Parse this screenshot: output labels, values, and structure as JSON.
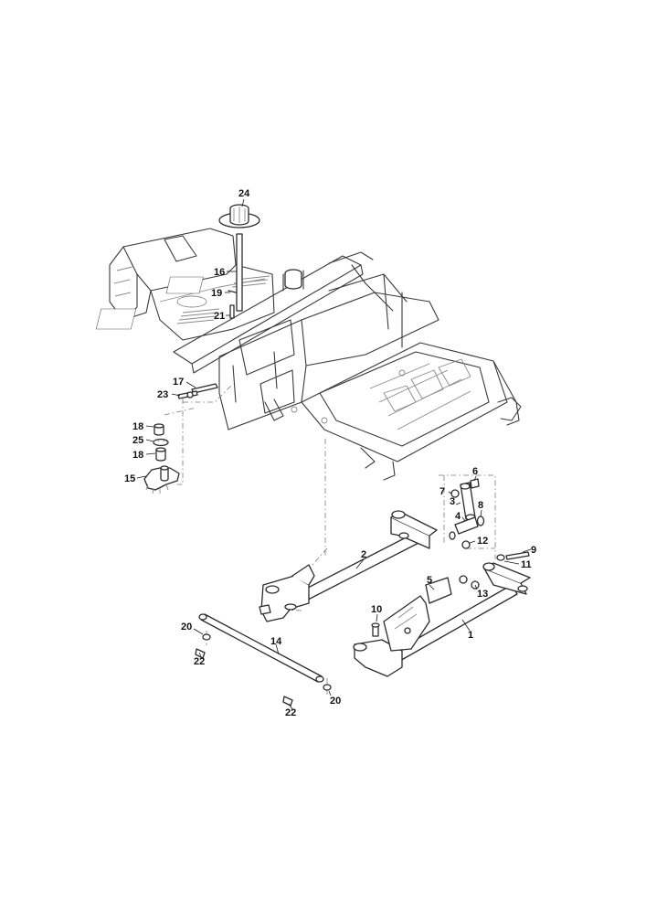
{
  "diagram": {
    "callouts": [
      {
        "id": "c24a",
        "label": "24"
      },
      {
        "id": "c16",
        "label": "16"
      },
      {
        "id": "c19",
        "label": "19"
      },
      {
        "id": "c21",
        "label": "21"
      },
      {
        "id": "c17",
        "label": "17"
      },
      {
        "id": "c23",
        "label": "23"
      },
      {
        "id": "c18a",
        "label": "18"
      },
      {
        "id": "c25",
        "label": "25"
      },
      {
        "id": "c18b",
        "label": "18"
      },
      {
        "id": "c15",
        "label": "15"
      },
      {
        "id": "c3",
        "label": "3"
      },
      {
        "id": "c6",
        "label": "6"
      },
      {
        "id": "c7",
        "label": "7"
      },
      {
        "id": "c8",
        "label": "8"
      },
      {
        "id": "c4",
        "label": "4"
      },
      {
        "id": "c12",
        "label": "12"
      },
      {
        "id": "c9",
        "label": "9"
      },
      {
        "id": "c11",
        "label": "11"
      },
      {
        "id": "c2",
        "label": "2"
      },
      {
        "id": "c5",
        "label": "5"
      },
      {
        "id": "c13",
        "label": "13"
      },
      {
        "id": "c10",
        "label": "10"
      },
      {
        "id": "c1",
        "label": "1"
      },
      {
        "id": "c20a",
        "label": "20"
      },
      {
        "id": "c22a",
        "label": "22"
      },
      {
        "id": "c14",
        "label": "14"
      },
      {
        "id": "c20b",
        "label": "20"
      },
      {
        "id": "c22b",
        "label": "22"
      }
    ]
  }
}
